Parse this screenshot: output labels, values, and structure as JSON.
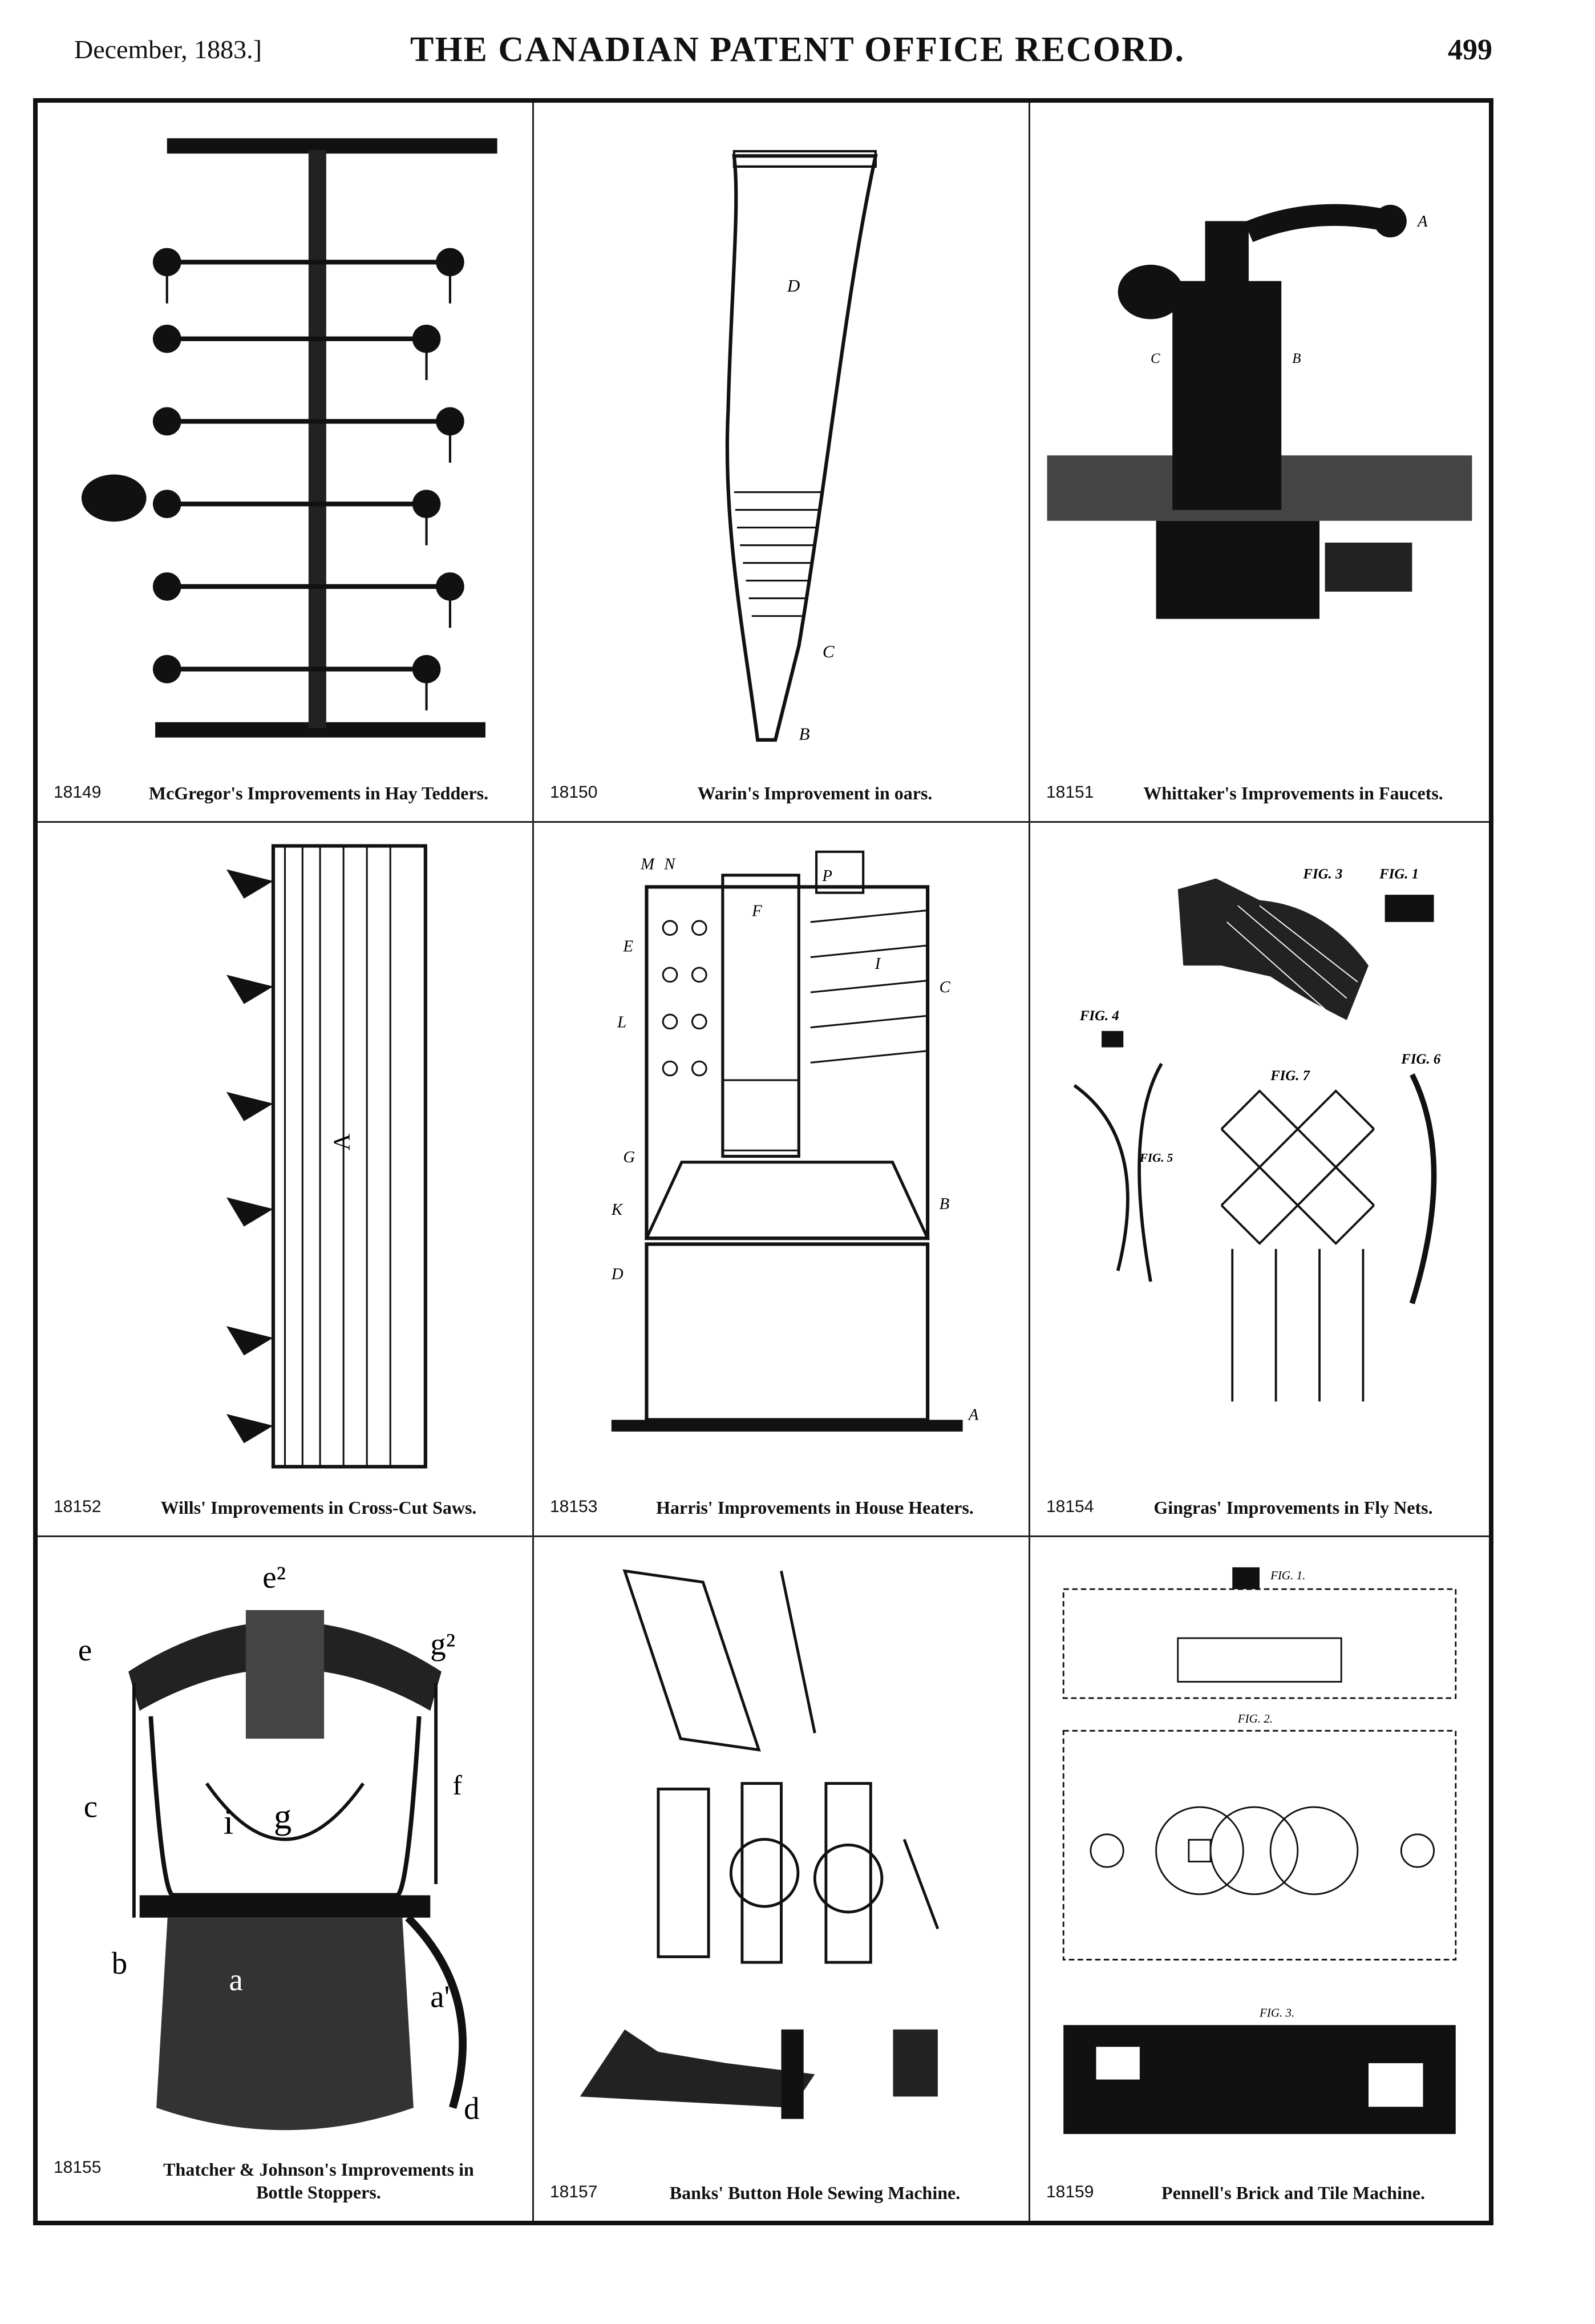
{
  "header": {
    "date": "December, 1883.]",
    "title": "THE CANADIAN PATENT OFFICE RECORD.",
    "page_number": "499"
  },
  "patents": [
    {
      "number": "18149",
      "title": "McGregor's Improvements in Hay Tedders."
    },
    {
      "number": "18150",
      "title": "Warin's Improvement in oars."
    },
    {
      "number": "18151",
      "title": "Whittaker's Improvements in Faucets."
    },
    {
      "number": "18152",
      "title": "Wills' Improvements in Cross-Cut Saws."
    },
    {
      "number": "18153",
      "title": "Harris' Improvements in House Heaters."
    },
    {
      "number": "18154",
      "title": "Gingras' Improvements in Fly Nets."
    },
    {
      "number": "18155",
      "title_line1": "Thatcher & Johnson's Improvements in",
      "title_line2": "Bottle Stoppers."
    },
    {
      "number": "18157",
      "title": "Banks' Button Hole Sewing Machine."
    },
    {
      "number": "18159",
      "title": "Pennell's Brick and Tile Machine."
    }
  ],
  "figure_labels": {
    "oar": [
      "D",
      "C",
      "B"
    ],
    "faucet": [
      "A",
      "C",
      "B"
    ],
    "saw": [
      "A"
    ],
    "heater": [
      "M",
      "N",
      "P",
      "F",
      "E",
      "L",
      "I",
      "C",
      "G",
      "K",
      "D",
      "B",
      "A"
    ],
    "flynet": [
      "FIG. 1",
      "FIG. 3",
      "FIG. 4",
      "FIG. 5",
      "FIG. 6",
      "FIG. 7"
    ],
    "stopper": [
      "e²",
      "e",
      "g²",
      "c",
      "f",
      "i",
      "g",
      "b",
      "a",
      "a'",
      "d"
    ],
    "brick": [
      "FIG. 1.",
      "FIG. 2.",
      "FIG. 3."
    ]
  }
}
